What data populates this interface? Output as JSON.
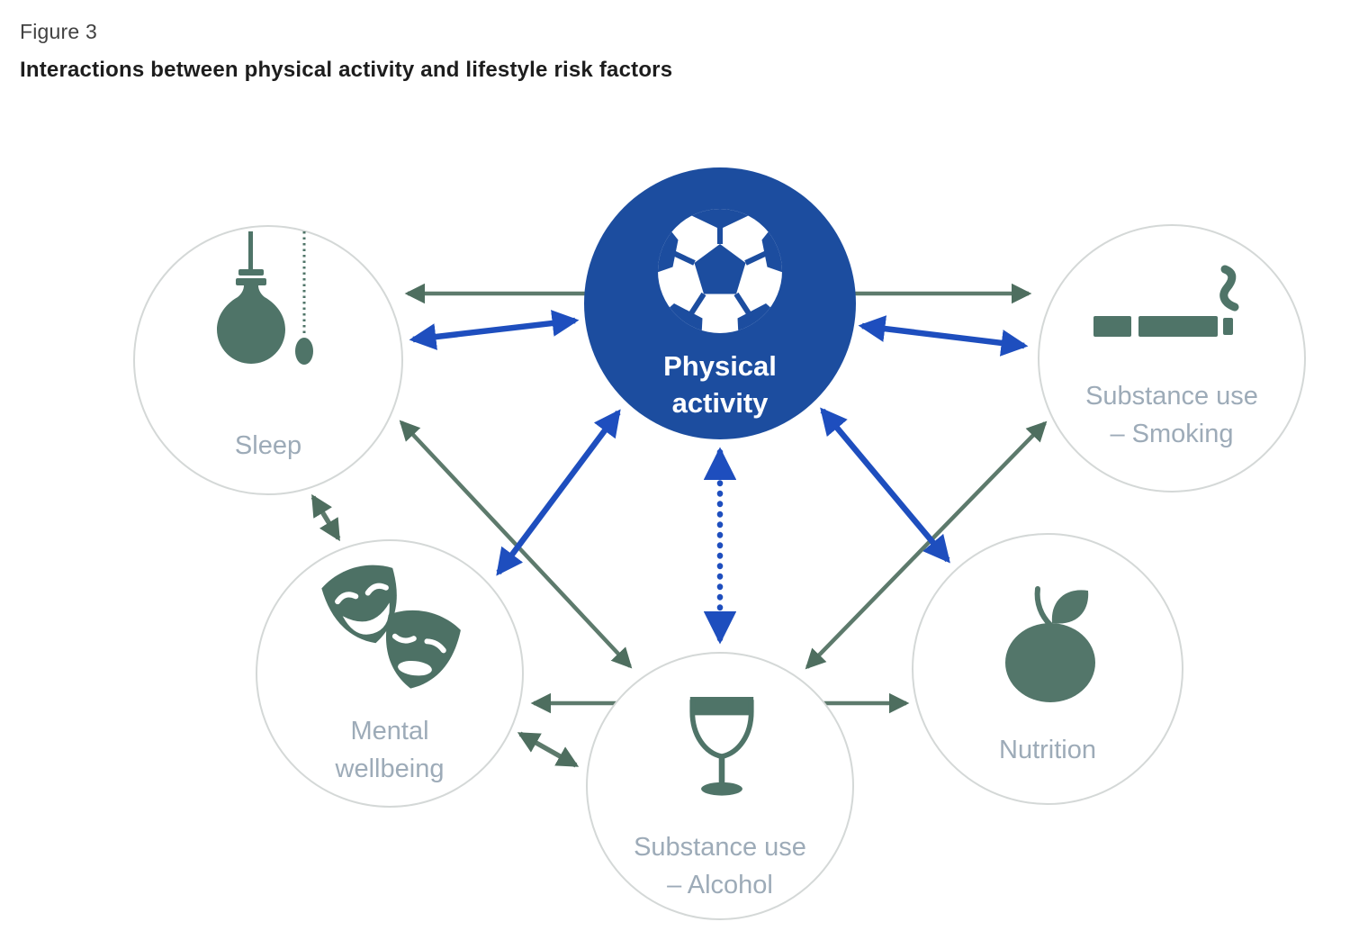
{
  "figure": {
    "label": "Figure 3",
    "title": "Interactions between physical activity and lifestyle risk factors"
  },
  "colors": {
    "center_circle_blue": "#1c4d9f",
    "arrow_blue": "#1e4ebe",
    "arrow_green": "#567466",
    "icon_green": "#4f7468",
    "node_border_gray": "#d4d8d7",
    "label_gray": "#9dabb8",
    "title_black": "#1d1d1d"
  },
  "nodes": {
    "center": {
      "line1": "Physical",
      "line2": "activity",
      "icon": "soccer-ball-icon"
    },
    "sleep": {
      "line1": "Sleep",
      "line2": "",
      "icon": "lightbulb-icon"
    },
    "smoking": {
      "line1": "Substance use",
      "line2": "– Smoking",
      "icon": "cigarette-icon"
    },
    "mental": {
      "line1": "Mental",
      "line2": "wellbeing",
      "icon": "theater-masks-icon"
    },
    "alcohol": {
      "line1": "Substance use",
      "line2": "– Alcohol",
      "icon": "wine-glass-icon"
    },
    "nutrition": {
      "line1": "Nutrition",
      "line2": "",
      "icon": "apple-icon"
    }
  },
  "connections": [
    {
      "from": "sleep",
      "to": "smoking",
      "style": "solid",
      "color": "green",
      "double_headed": true,
      "note": "horizontal, passes behind central circle"
    },
    {
      "from": "sleep",
      "to": "physical-activity",
      "style": "solid",
      "color": "blue",
      "double_headed": true
    },
    {
      "from": "physical-activity",
      "to": "smoking",
      "style": "solid",
      "color": "blue",
      "double_headed": true
    },
    {
      "from": "physical-activity",
      "to": "mental",
      "style": "solid",
      "color": "blue",
      "double_headed": true
    },
    {
      "from": "physical-activity",
      "to": "nutrition",
      "style": "solid",
      "color": "blue",
      "double_headed": true
    },
    {
      "from": "physical-activity",
      "to": "alcohol",
      "style": "dotted",
      "color": "blue",
      "double_headed": true
    },
    {
      "from": "sleep",
      "to": "alcohol",
      "style": "solid",
      "color": "green",
      "double_headed": true
    },
    {
      "from": "smoking",
      "to": "alcohol",
      "style": "solid",
      "color": "green",
      "double_headed": true
    },
    {
      "from": "sleep",
      "to": "mental",
      "style": "solid",
      "color": "green",
      "double_headed": true
    },
    {
      "from": "mental",
      "to": "alcohol",
      "style": "solid",
      "color": "green",
      "double_headed": true
    },
    {
      "from": "mental",
      "to": "nutrition",
      "style": "solid",
      "color": "green",
      "double_headed": true,
      "note": "horizontal, passes behind alcohol circle"
    }
  ]
}
